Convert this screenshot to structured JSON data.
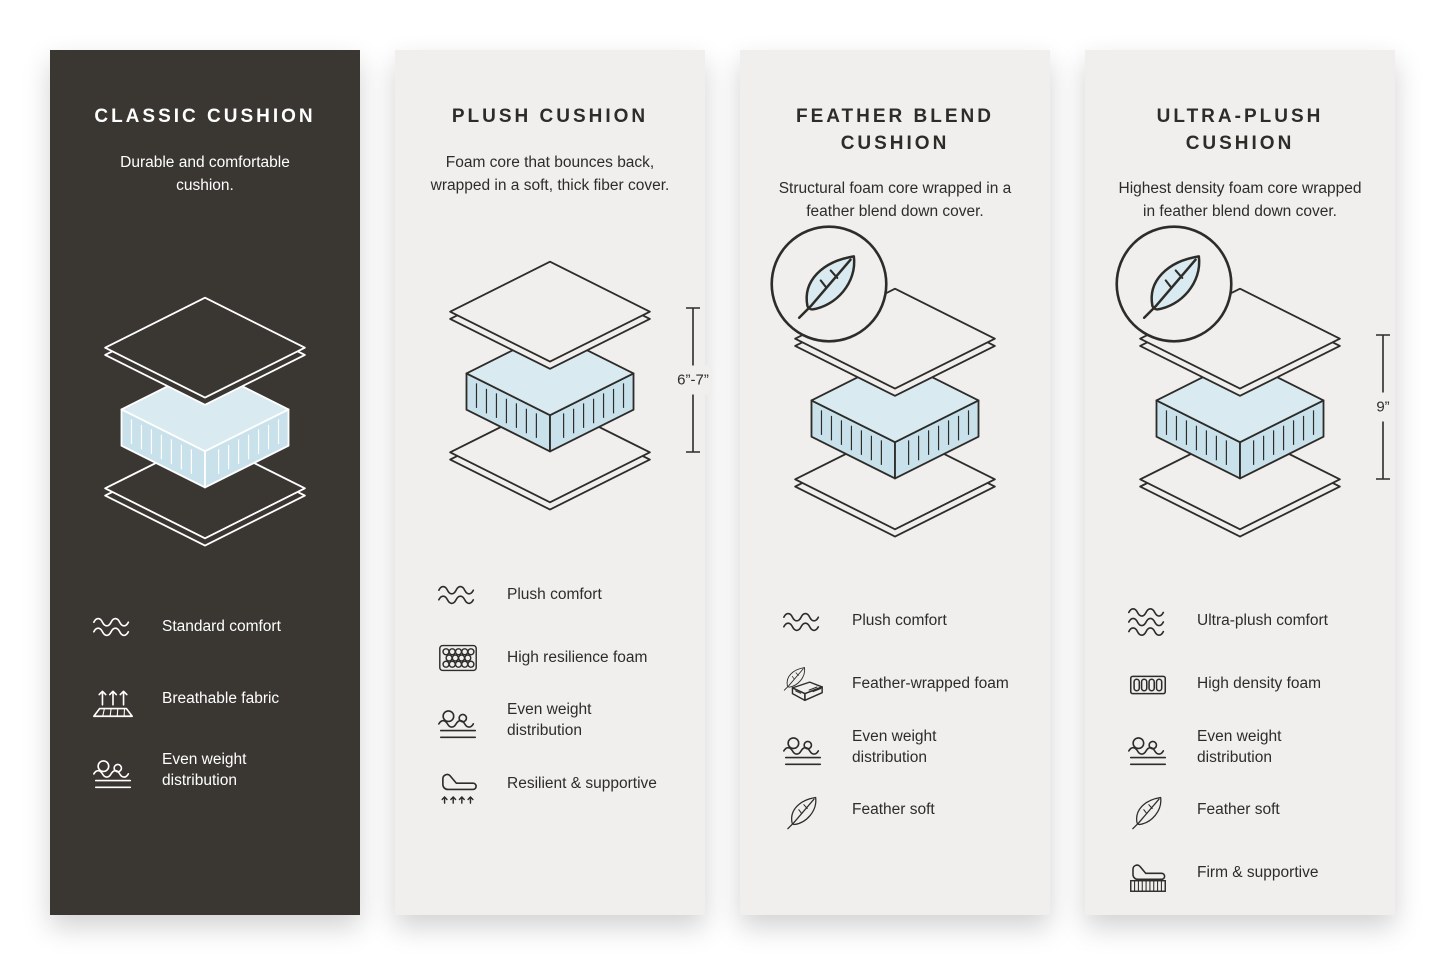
{
  "colors": {
    "page-bg": "#ffffff",
    "dark": "#3a3733",
    "light": "#f0efed",
    "ink": "#2d2c29",
    "foamTop": "#d9eaf0",
    "foamSide": "#c9e1ea"
  },
  "panels": [
    {
      "title": "CLASSIC CUSHION",
      "description": "Durable and comfortable cushion.",
      "theme": "dark",
      "diagram": {
        "type": "layered-cushion",
        "feather_badge": false,
        "dimension": ""
      },
      "features": [
        {
          "icon": "waves-icon",
          "label": "Standard comfort"
        },
        {
          "icon": "breathable-icon",
          "label": "Breathable fabric"
        },
        {
          "icon": "even-weight-icon",
          "label": "Even weight distribution"
        }
      ]
    },
    {
      "title": "PLUSH CUSHION",
      "description": "Foam core that bounces back, wrapped in a soft, thick fiber cover.",
      "theme": "light",
      "diagram": {
        "type": "layered-cushion",
        "feather_badge": false,
        "dimension": "6”-7”"
      },
      "features": [
        {
          "icon": "waves-icon",
          "label": "Plush comfort"
        },
        {
          "icon": "resilience-foam-icon",
          "label": "High resilience foam"
        },
        {
          "icon": "even-weight-icon",
          "label": "Even weight distribution"
        },
        {
          "icon": "resilient-supportive-icon",
          "label": "Resilient & supportive"
        }
      ]
    },
    {
      "title": "FEATHER BLEND CUSHION",
      "description": "Structural foam core wrapped in a feather blend down cover.",
      "theme": "light",
      "diagram": {
        "type": "layered-cushion",
        "feather_badge": true,
        "dimension": ""
      },
      "features": [
        {
          "icon": "waves-icon",
          "label": "Plush comfort"
        },
        {
          "icon": "feather-foam-icon",
          "label": "Feather-wrapped foam"
        },
        {
          "icon": "even-weight-icon",
          "label": "Even weight distribution"
        },
        {
          "icon": "feather-icon",
          "label": "Feather soft"
        }
      ]
    },
    {
      "title": "ULTRA-PLUSH CUSHION",
      "description": "Highest density foam core wrapped in feather blend down cover.",
      "theme": "light",
      "diagram": {
        "type": "layered-cushion",
        "feather_badge": true,
        "dimension": "9”"
      },
      "features": [
        {
          "icon": "waves-icon",
          "label": "Ultra-plush comfort"
        },
        {
          "icon": "density-foam-icon",
          "label": "High density foam"
        },
        {
          "icon": "even-weight-icon",
          "label": "Even weight distribution"
        },
        {
          "icon": "feather-icon",
          "label": "Feather soft"
        },
        {
          "icon": "firm-supportive-icon",
          "label": "Firm & supportive"
        }
      ]
    }
  ]
}
